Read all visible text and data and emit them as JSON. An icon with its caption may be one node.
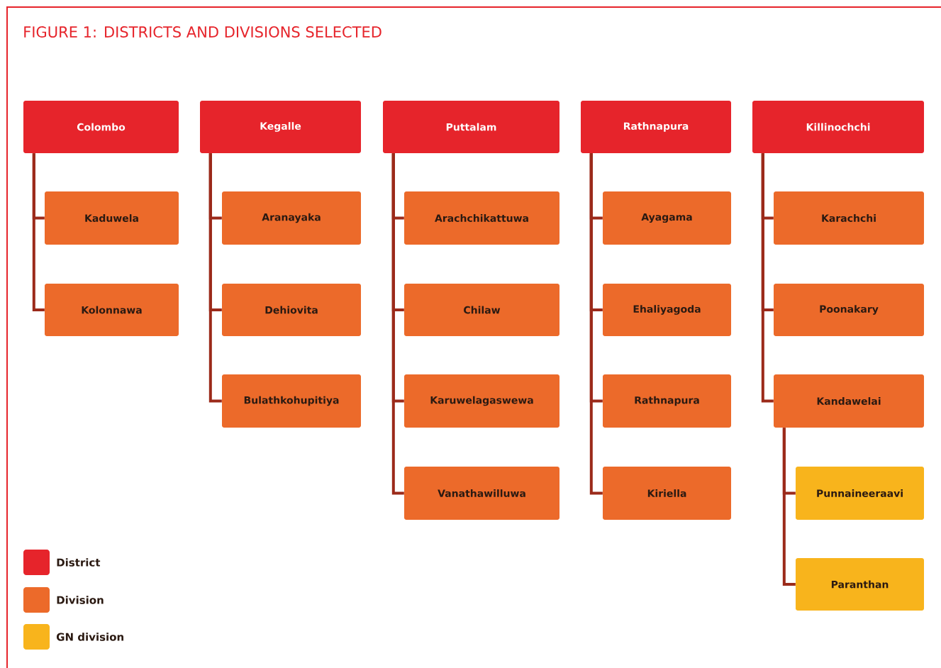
{
  "diagram": {
    "title": "FIGURE 1: DISTRICTS AND DIVISIONS SELECTED",
    "nodes": [
      {
        "text": [
          "Colombo"
        ]
      },
      {
        "text": [
          "Kaduwela"
        ]
      },
      {
        "text": [
          "Kolonnawa"
        ]
      },
      {
        "text": [
          "Kegalle"
        ]
      },
      {
        "text": [
          "Aranayaka"
        ]
      },
      {
        "text": [
          "Dehiovita"
        ]
      },
      {
        "text": [
          "Bulathkohupitiya"
        ]
      },
      {
        "text": [
          "Puttalam"
        ]
      },
      {
        "text": [
          "Arachchikattuwa"
        ]
      },
      {
        "text": [
          "Chilaw"
        ]
      },
      {
        "text": [
          "Karuwelagaswewa"
        ]
      },
      {
        "text": [
          "Vanathawilluwa"
        ]
      },
      {
        "text": [
          "Rathnapura"
        ]
      },
      {
        "text": [
          "Ayagama"
        ]
      },
      {
        "text": [
          "Ehaliyagoda"
        ]
      },
      {
        "text": [
          "Rathnapura"
        ]
      },
      {
        "text": [
          "Kiriella"
        ]
      },
      {
        "text": [
          "Killinochchi"
        ]
      },
      {
        "text": [
          "Karachchi"
        ]
      },
      {
        "text": [
          "Poonakary"
        ]
      },
      {
        "text": [
          "Kandawelai"
        ]
      },
      {
        "text": [
          "Punnaineeraavi"
        ]
      },
      {
        "text": [
          "Paranthan"
        ]
      }
    ],
    "edges": [
      {
        "from": 0,
        "to": 1,
        "arrow": "none"
      },
      {
        "from": 0,
        "to": 2,
        "arrow": "none"
      },
      {
        "from": 3,
        "to": 4,
        "arrow": "none"
      },
      {
        "from": 3,
        "to": 5,
        "arrow": "none"
      },
      {
        "from": 3,
        "to": 6,
        "arrow": "none"
      },
      {
        "from": 7,
        "to": 8,
        "arrow": "none"
      },
      {
        "from": 7,
        "to": 9,
        "arrow": "none"
      },
      {
        "from": 7,
        "to": 10,
        "arrow": "none"
      },
      {
        "from": 7,
        "to": 11,
        "arrow": "none"
      },
      {
        "from": 12,
        "to": 13,
        "arrow": "none"
      },
      {
        "from": 12,
        "to": 14,
        "arrow": "none"
      },
      {
        "from": 12,
        "to": 15,
        "arrow": "none"
      },
      {
        "from": 12,
        "to": 16,
        "arrow": "none"
      },
      {
        "from": 17,
        "to": 18,
        "arrow": "none"
      },
      {
        "from": 17,
        "to": 19,
        "arrow": "none"
      },
      {
        "from": 17,
        "to": 20,
        "arrow": "none"
      },
      {
        "from": 20,
        "to": 21,
        "arrow": "none"
      },
      {
        "from": 20,
        "to": 22,
        "arrow": "none"
      }
    ],
    "legend": [
      {
        "text": "District",
        "color": "#e6242b"
      },
      {
        "text": "Division",
        "color": "#ec6a2a"
      },
      {
        "text": "GN division",
        "color": "#f8b41c"
      }
    ]
  }
}
